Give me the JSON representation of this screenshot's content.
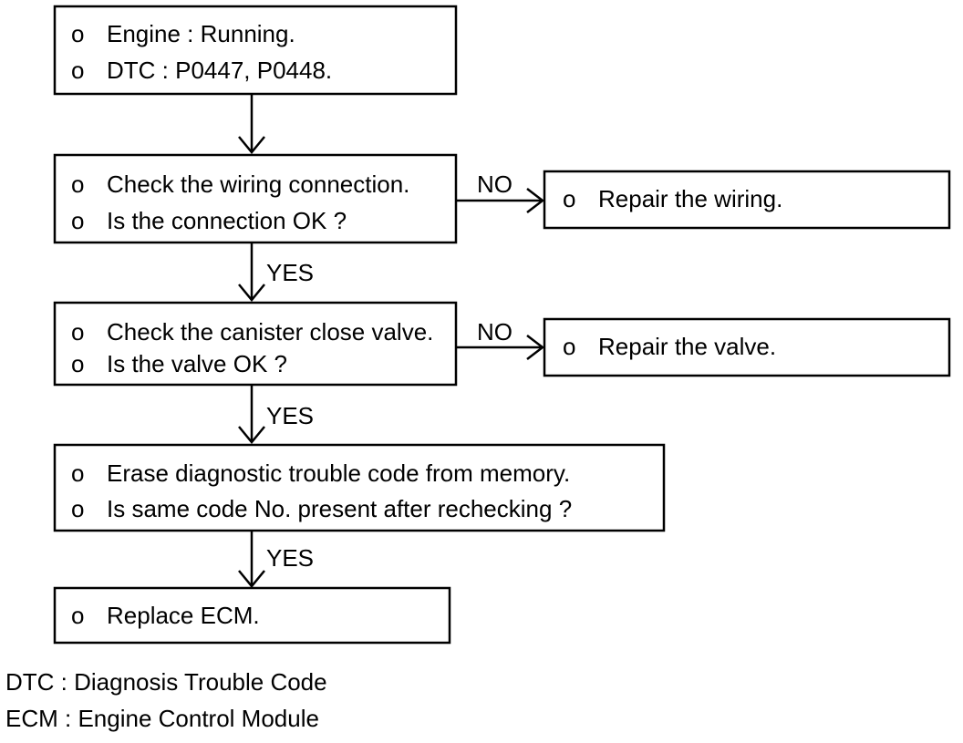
{
  "bullet": "o",
  "boxes": {
    "start": {
      "lines": [
        "Engine : Running.",
        "DTC : P0447, P0448."
      ]
    },
    "check_wiring": {
      "lines": [
        "Check the wiring connection.",
        "Is the connection OK ?"
      ]
    },
    "repair_wiring": {
      "lines": [
        "Repair the wiring."
      ]
    },
    "check_valve": {
      "lines": [
        "Check the canister close valve.",
        "Is the valve OK ?"
      ]
    },
    "repair_valve": {
      "lines": [
        "Repair the valve."
      ]
    },
    "erase_dtc": {
      "lines": [
        "Erase diagnostic trouble code from memory.",
        "Is same code No. present after rechecking ?"
      ]
    },
    "replace_ecm": {
      "lines": [
        "Replace ECM."
      ]
    }
  },
  "edge_labels": {
    "wiring_no": "NO",
    "wiring_yes": "YES",
    "valve_no": "NO",
    "valve_yes": "YES",
    "erase_yes": "YES"
  },
  "legend": [
    "DTC : Diagnosis Trouble Code",
    "ECM : Engine Control Module"
  ]
}
